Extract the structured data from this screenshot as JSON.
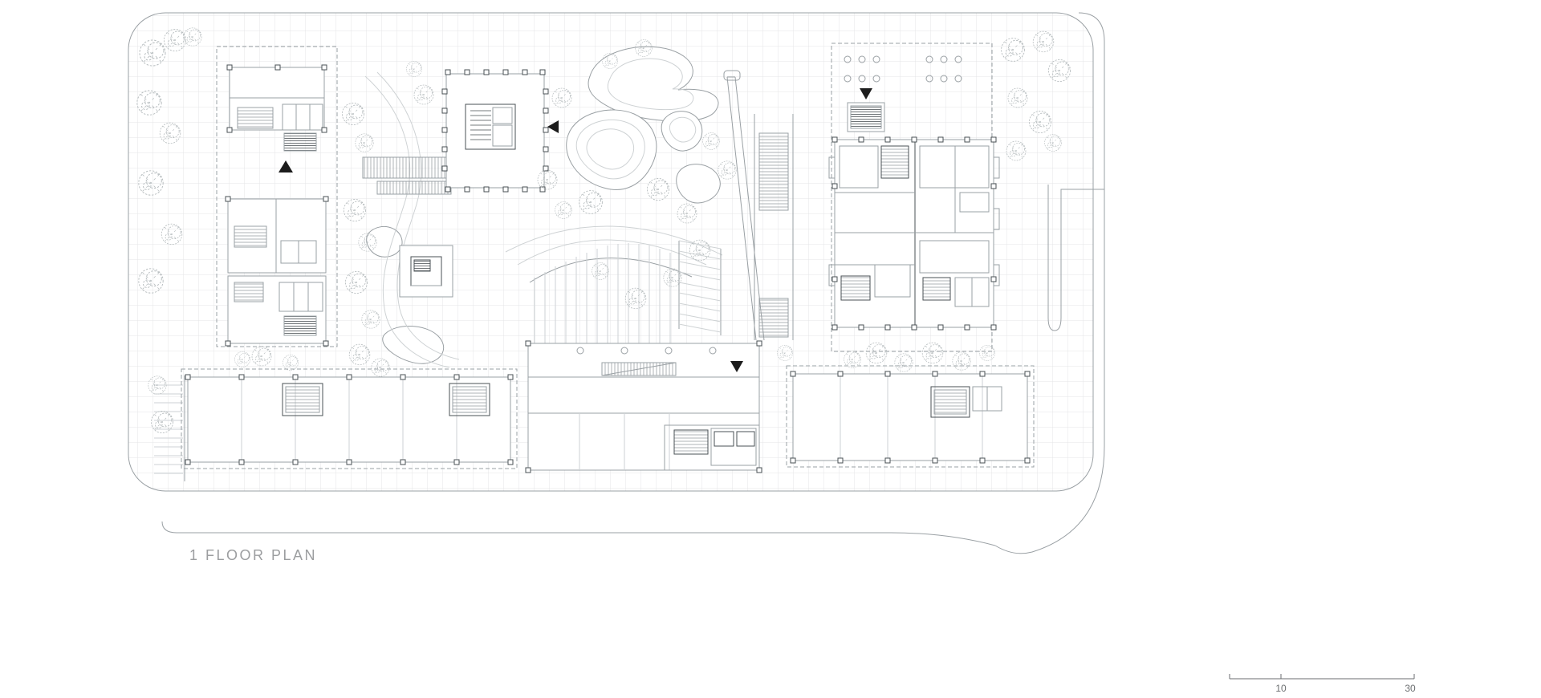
{
  "sheet": {
    "title": "1 FLOOR PLAN",
    "scale_bar": {
      "tick_labels": [
        "10",
        "30"
      ]
    }
  },
  "colors": {
    "background": "#ffffff",
    "grid": "#e4e6e7",
    "line_light": "#ced2d4",
    "line_mid": "#9aa0a4",
    "line_dark": "#4a5054",
    "tree": "#b6bcbe",
    "marker": "#1c1c1c",
    "title_text": "#9c9ea0",
    "scale_text": "#6b6e70"
  }
}
